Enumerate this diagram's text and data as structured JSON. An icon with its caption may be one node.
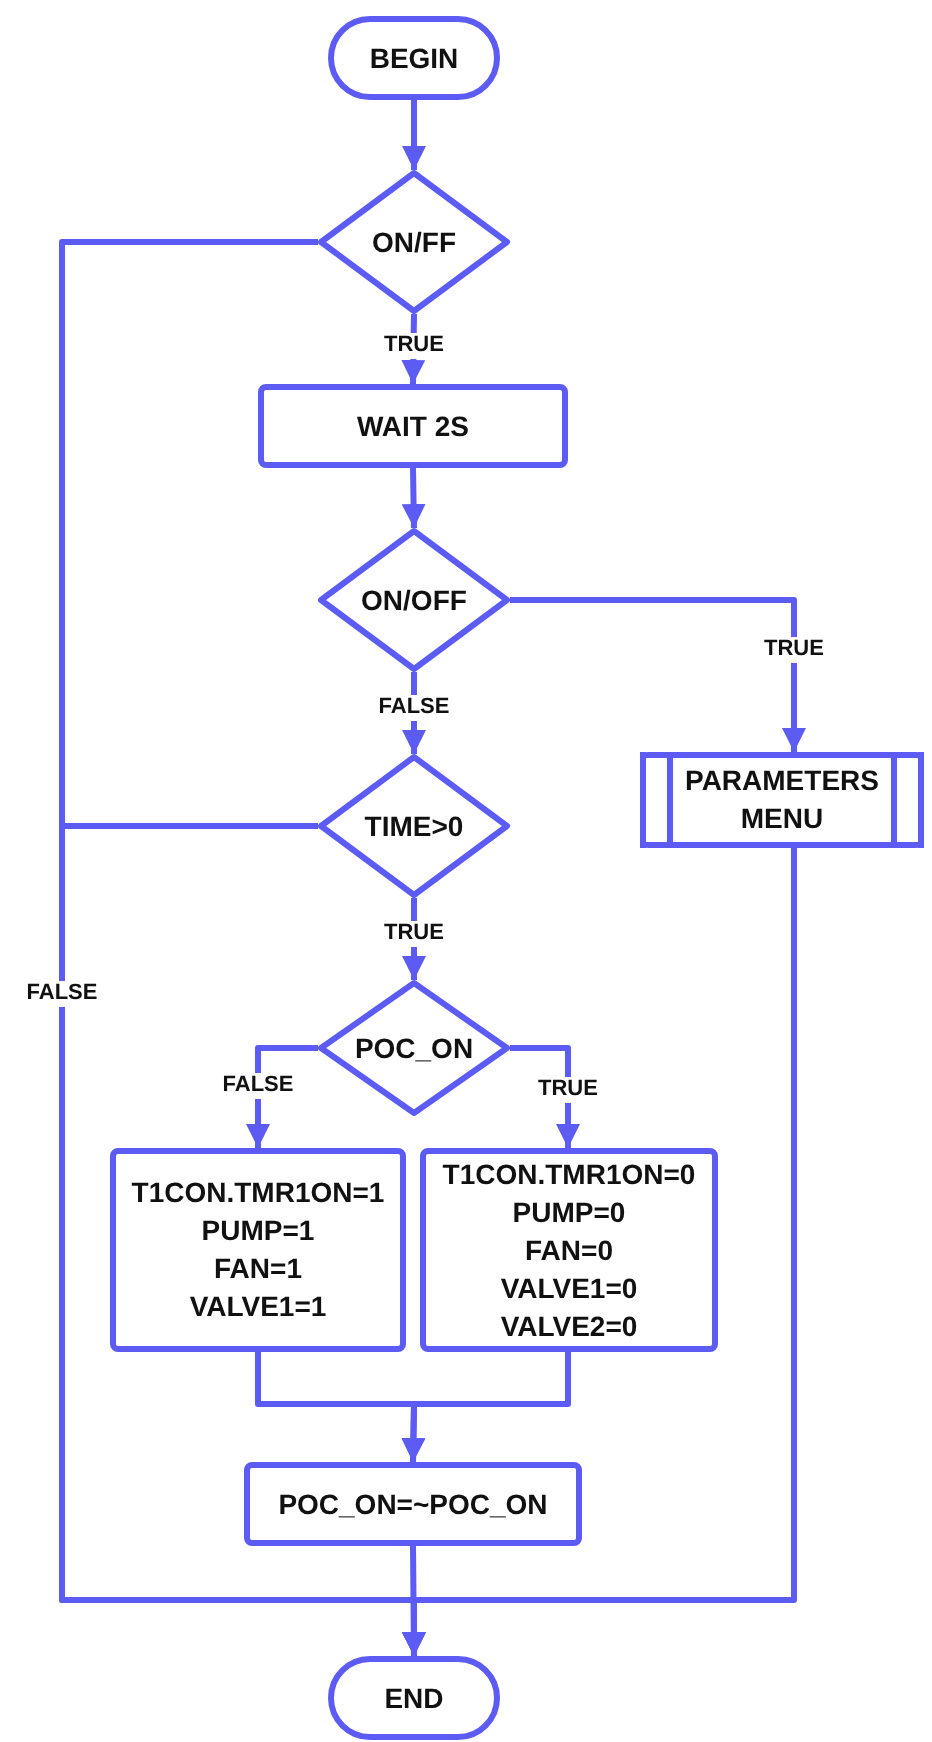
{
  "diagram": {
    "nodes": [
      {
        "text": [
          "BEGIN"
        ]
      },
      {
        "text": [
          "ON/FF"
        ]
      },
      {
        "text": [
          "WAIT 2S"
        ]
      },
      {
        "text": [
          "ON/OFF"
        ]
      },
      {
        "text": [
          "TIME>0"
        ]
      },
      {
        "text": [
          "POC_ON"
        ]
      },
      {
        "text": [
          "T1CON.TMR1ON=1",
          "PUMP=1",
          "FAN=1",
          "VALVE1=1"
        ]
      },
      {
        "text": [
          "T1CON.TMR1ON=0",
          "PUMP=0",
          "FAN=0",
          "VALVE1=0",
          "VALVE2=0"
        ]
      },
      {
        "text": [
          "POC_ON=~POC_ON"
        ]
      },
      {
        "text": [
          "END"
        ]
      },
      {
        "text": [
          "PARAMETERS MENU"
        ]
      }
    ],
    "edges": [
      {
        "from": 0,
        "to": 1,
        "arrow": "to"
      },
      {
        "from": 1,
        "to": 2,
        "arrow": "to",
        "label": "TRUE"
      },
      {
        "from": 2,
        "to": 3,
        "arrow": "to"
      },
      {
        "from": 3,
        "to": 4,
        "arrow": "to",
        "label": "FALSE"
      },
      {
        "from": 3,
        "to": 10,
        "arrow": "to",
        "label": "TRUE"
      },
      {
        "from": 4,
        "to": 5,
        "arrow": "to",
        "label": "TRUE"
      },
      {
        "from": 5,
        "to": 6,
        "arrow": "to",
        "label": "FALSE"
      },
      {
        "from": 5,
        "to": 7,
        "arrow": "to",
        "label": "TRUE"
      },
      {
        "from": 6,
        "to": 8,
        "arrow": "to"
      },
      {
        "from": 7,
        "to": 8,
        "arrow": "to"
      },
      {
        "from": 8,
        "to": 9,
        "arrow": "to"
      },
      {
        "from": 1,
        "to": 9,
        "arrow": "to",
        "label": "FALSE"
      },
      {
        "from": 4,
        "to": 9,
        "arrow": "to"
      },
      {
        "from": 10,
        "to": 9,
        "arrow": "to"
      }
    ]
  }
}
